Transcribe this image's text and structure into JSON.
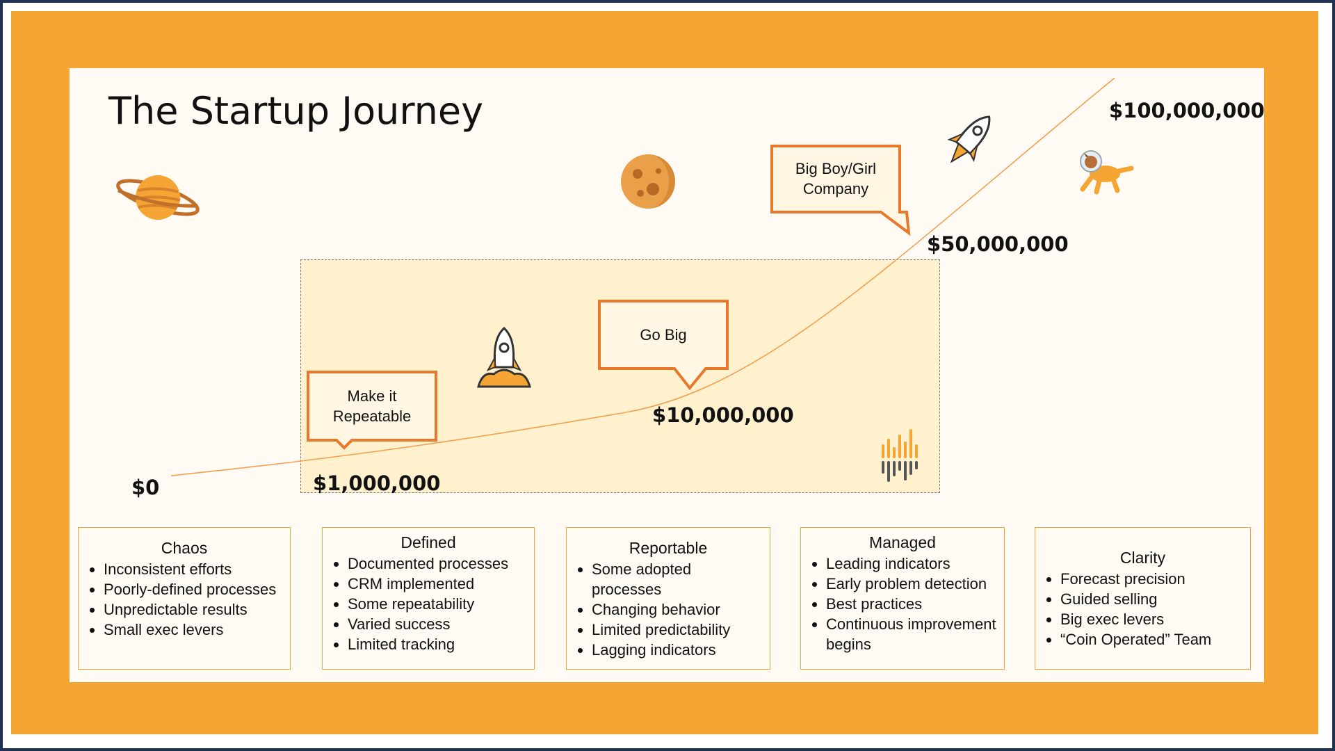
{
  "title": "The Startup Journey",
  "milestones": {
    "m0": "$0",
    "m1": "$1,000,000",
    "m10": "$10,000,000",
    "m50": "$50,000,000",
    "m100": "$100,000,000"
  },
  "callouts": {
    "repeatable": [
      "Make it",
      "Repeatable"
    ],
    "go_big": "Go Big",
    "big_company": [
      "Big Boy/Girl",
      "Company"
    ]
  },
  "stages": [
    {
      "title": "Chaos",
      "items": [
        "Inconsistent efforts",
        "Poorly-defined processes",
        "Unpredictable results",
        "Small exec levers"
      ]
    },
    {
      "title": "Defined",
      "items": [
        "Documented processes",
        "CRM implemented",
        "Some repeatability",
        "Varied success",
        "Limited tracking"
      ]
    },
    {
      "title": "Reportable",
      "items": [
        "Some adopted processes",
        "Changing behavior",
        "Limited predictability",
        "Lagging indicators"
      ]
    },
    {
      "title": "Managed",
      "items": [
        "Leading indicators",
        "Early problem detection",
        "Best practices",
        "Continuous improvement begins"
      ]
    },
    {
      "title": "Clarity",
      "items": [
        "Forecast precision",
        "Guided selling",
        "Big exec levers",
        "“Coin Operated” Team"
      ]
    }
  ],
  "icons": [
    "planet-icon",
    "moon-icon",
    "rocket-launch-icon",
    "rocket-icon",
    "astronaut-dog-icon",
    "bar-logo-icon"
  ],
  "colors": {
    "accent": "#f4a534",
    "callout_border": "#e8782a",
    "zone_fill": "#fff1cd",
    "curve": "#f0a050"
  }
}
